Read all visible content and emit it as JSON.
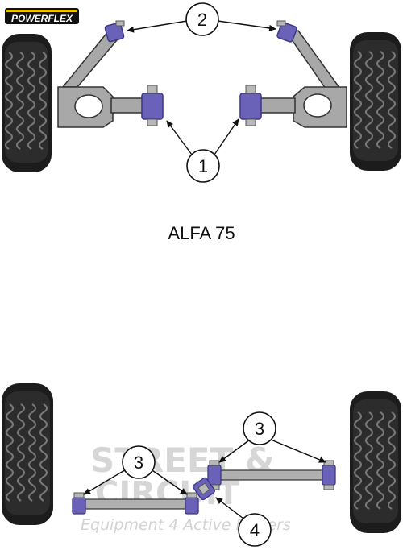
{
  "brand": {
    "logo_text": "POWERFLEX"
  },
  "title": "ALFA 75",
  "front_callouts": {
    "top": "2",
    "bottom": "1"
  },
  "rear_callouts": {
    "left": "3",
    "right": "3",
    "bottom": "4"
  },
  "watermark": {
    "line1": "STREET &",
    "line2": "CIRCUIT",
    "tagline": "Equipment 4 Active Drivers"
  },
  "colors": {
    "bush": "#6a62b8",
    "bush_dark": "#3d3785",
    "arm_fill": "#a8a8a8",
    "arm_stroke": "#333333",
    "tyre": "#1c1c1c",
    "logo_bg": "#111111",
    "logo_accent": "#e8c400"
  }
}
